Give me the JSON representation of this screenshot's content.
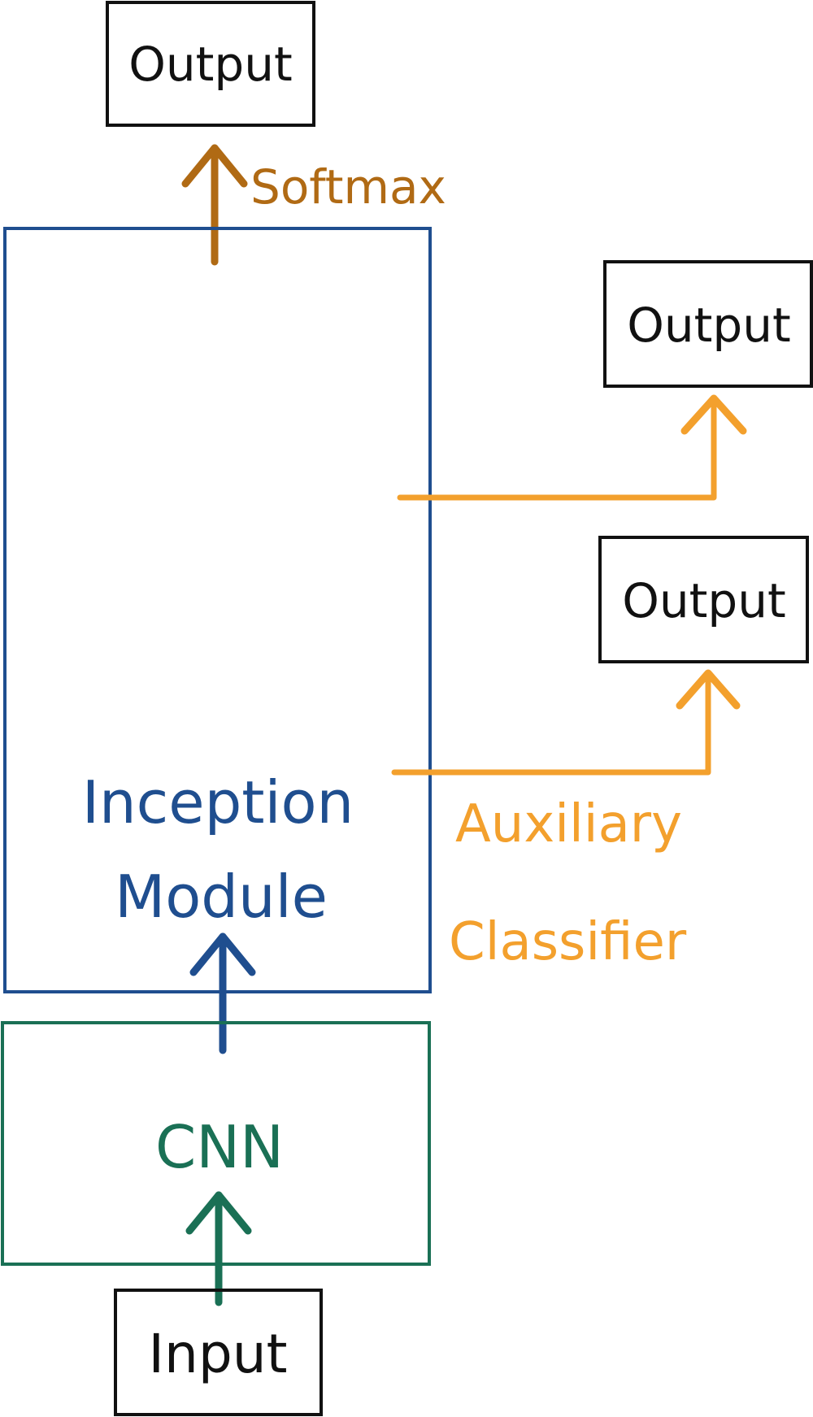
{
  "colors": {
    "black": "#111111",
    "inception": "#1f4e8f",
    "cnn": "#1a7055",
    "softmax": "#b06a14",
    "auxiliary": "#f3a02d"
  },
  "labels": {
    "output_main": "Output",
    "output_aux_1": "Output",
    "output_aux_2": "Output",
    "softmax": "Softmax",
    "inception_line1": "Inception",
    "inception_line2": "Module",
    "auxiliary_line1": "Auxiliary",
    "auxiliary_line2": "Classifier",
    "cnn": "CNN",
    "input": "Input"
  }
}
